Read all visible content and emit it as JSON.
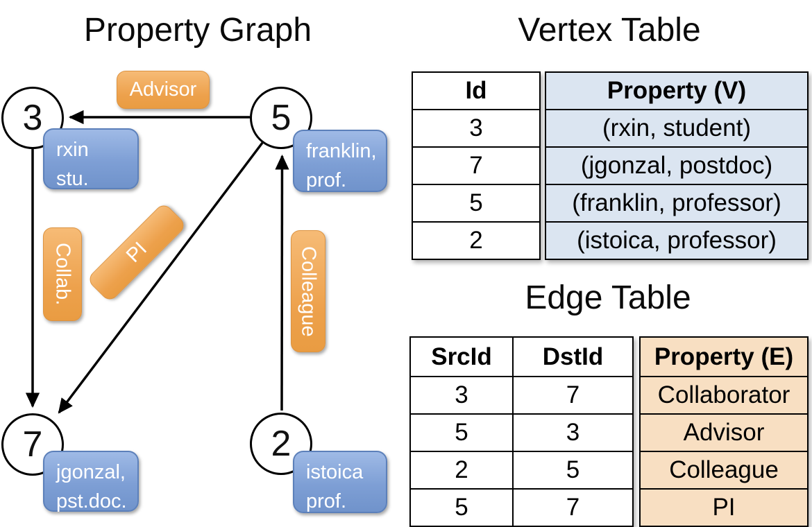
{
  "graph": {
    "title": "Property Graph",
    "nodes": [
      {
        "id": "3",
        "lines": [
          "rxin",
          "stu."
        ]
      },
      {
        "id": "5",
        "lines": [
          "franklin,",
          "prof."
        ]
      },
      {
        "id": "7",
        "lines": [
          "jgonzal,",
          "pst.doc."
        ]
      },
      {
        "id": "2",
        "lines": [
          "istoica",
          "prof."
        ]
      }
    ],
    "edge_labels": {
      "advisor": "Advisor",
      "collab": "Collab.",
      "pi": "PI",
      "colleague": "Colleague"
    }
  },
  "vertex_table": {
    "title": "Vertex Table",
    "columns": [
      "Id",
      "Property (V)"
    ],
    "rows": [
      {
        "id": "3",
        "property": "(rxin, student)"
      },
      {
        "id": "7",
        "property": "(jgonzal, postdoc)"
      },
      {
        "id": "5",
        "property": "(franklin, professor)"
      },
      {
        "id": "2",
        "property": "(istoica, professor)"
      }
    ]
  },
  "edge_table": {
    "title": "Edge Table",
    "columns": [
      "SrcId",
      "DstId",
      "Property (E)"
    ],
    "rows": [
      {
        "src": "3",
        "dst": "7",
        "property": "Collaborator"
      },
      {
        "src": "5",
        "dst": "3",
        "property": "Advisor"
      },
      {
        "src": "2",
        "dst": "5",
        "property": "Colleague"
      },
      {
        "src": "5",
        "dst": "7",
        "property": "PI"
      }
    ]
  },
  "colors": {
    "vertex_property_fill": "#dbe5f1",
    "edge_property_fill": "#f8dfc2",
    "blue_box": "#7fa3d8",
    "orange_box": "#f0a852",
    "edge_line": "#000000",
    "node_fill": "#ffffff"
  }
}
